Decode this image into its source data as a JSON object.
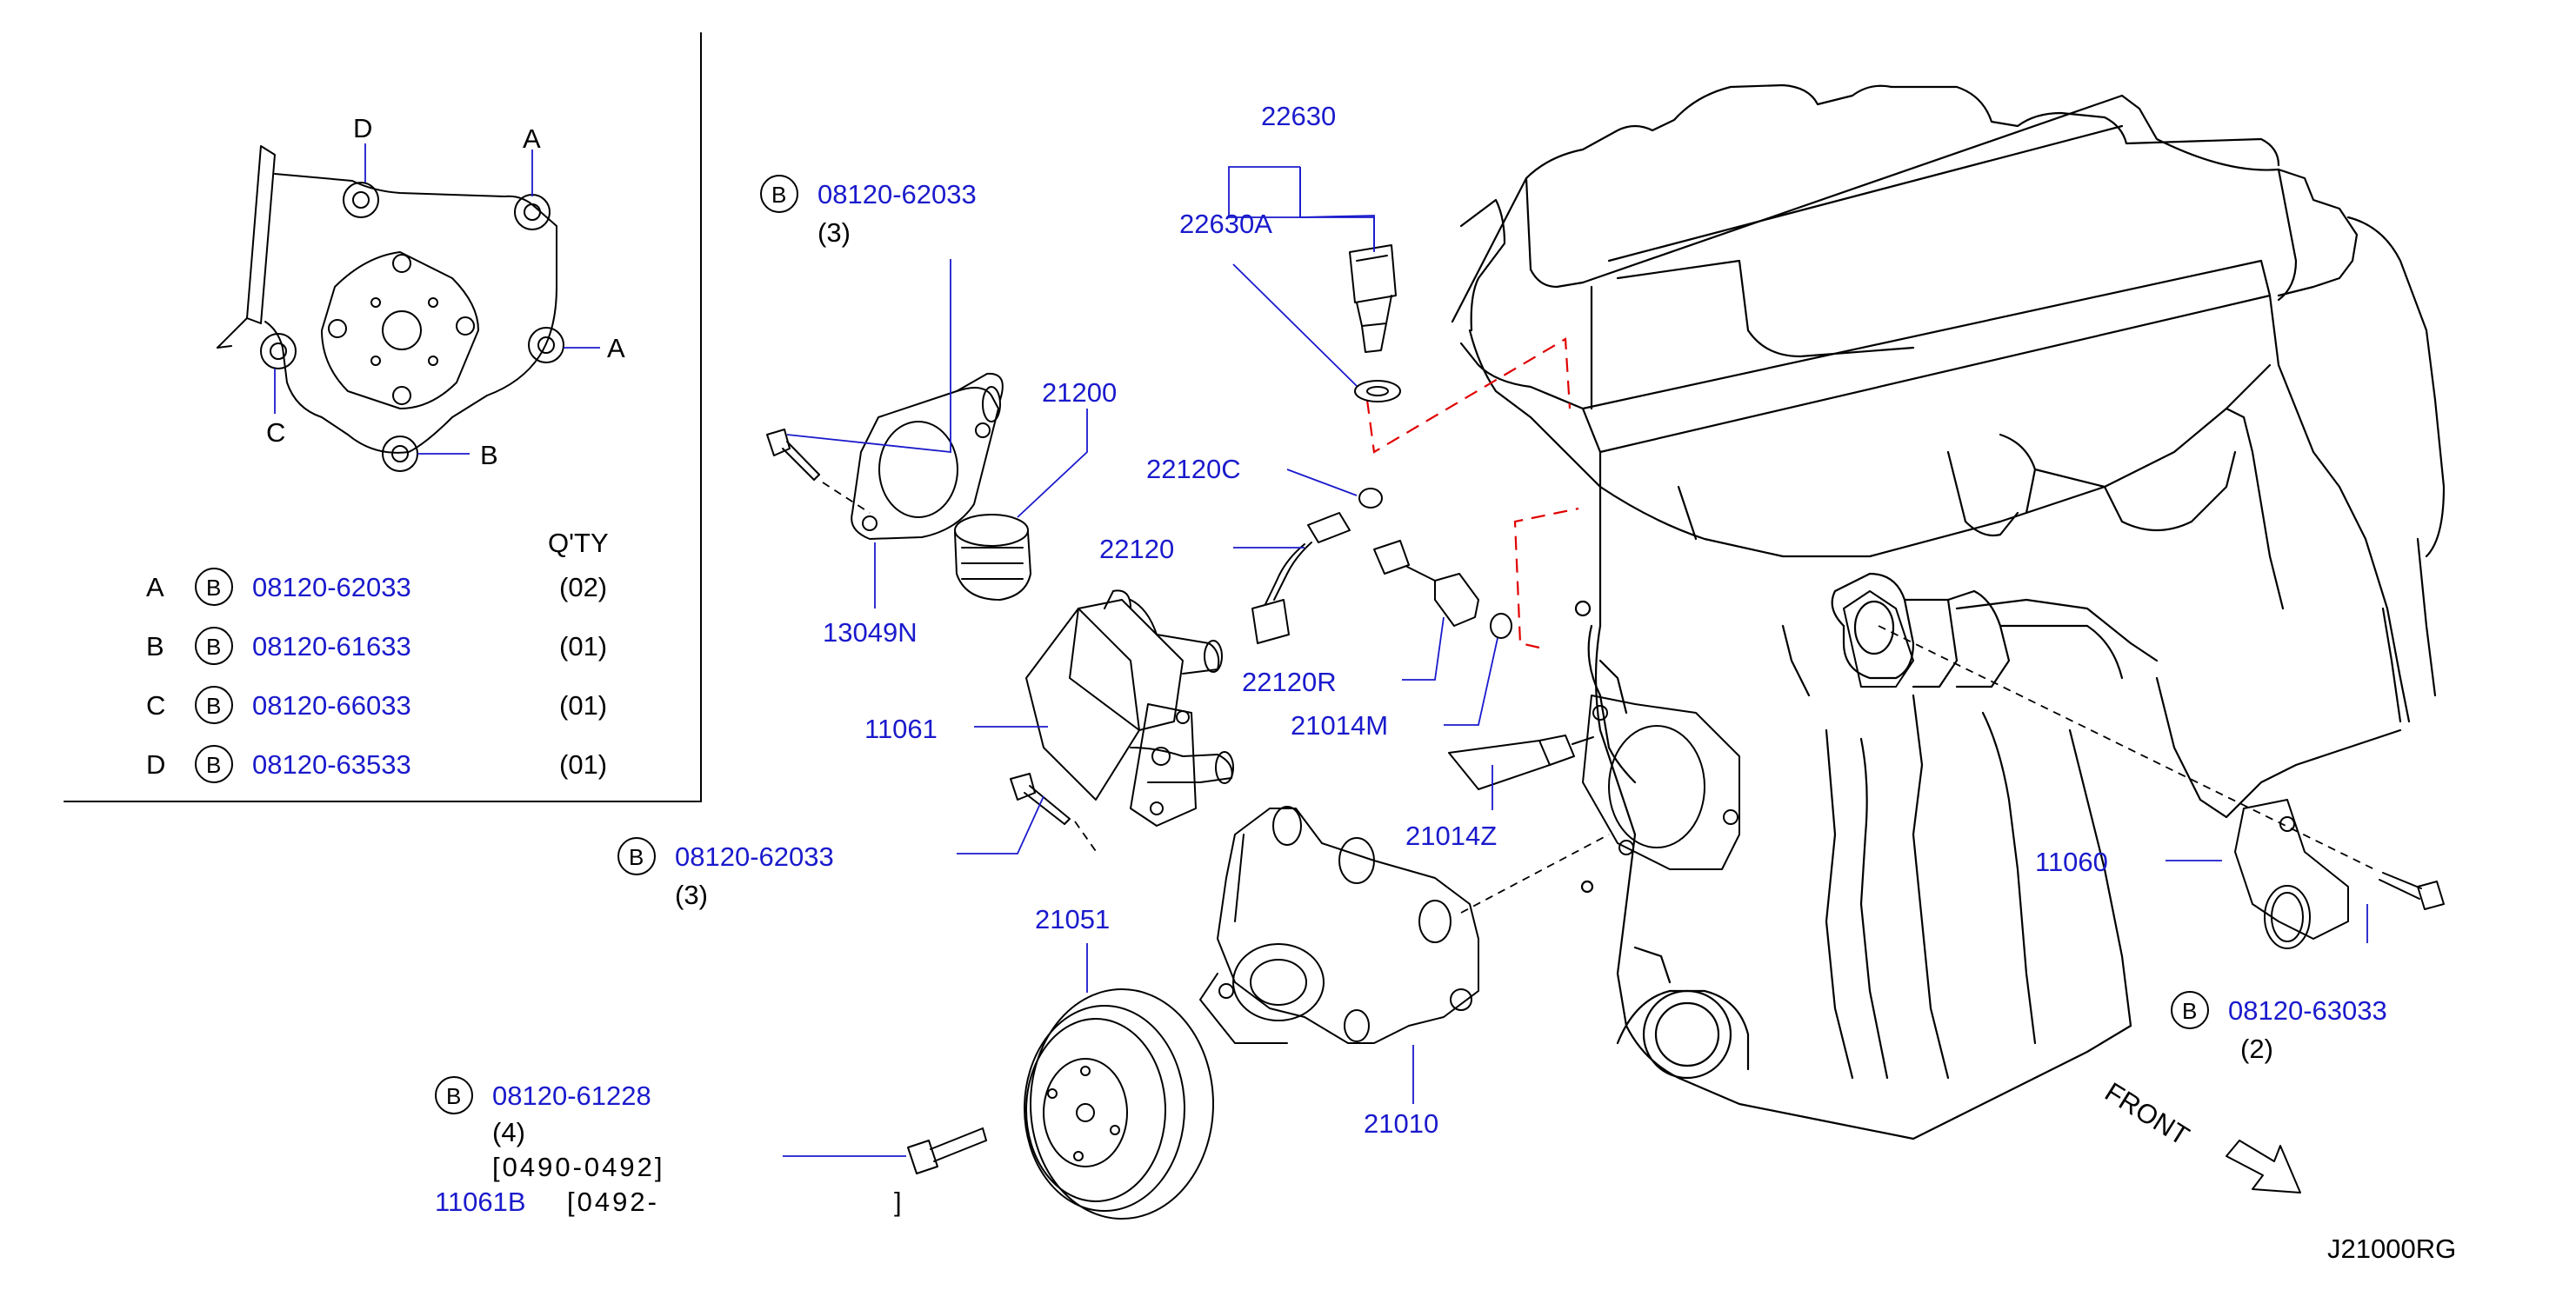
{
  "diagram_code": "J21000RG",
  "front_label": "FRONT",
  "qty_header": "Q'TY",
  "bolt_marker": "B",
  "inset_labels": {
    "a1": "A",
    "a2": "A",
    "b": "B",
    "c": "C",
    "d": "D"
  },
  "bolt_table": [
    {
      "letter": "A",
      "part": "08120-62033",
      "qty": "(02)"
    },
    {
      "letter": "B",
      "part": "08120-61633",
      "qty": "(01)"
    },
    {
      "letter": "C",
      "part": "08120-66033",
      "qty": "(01)"
    },
    {
      "letter": "D",
      "part": "08120-63533",
      "qty": "(01)"
    }
  ],
  "callouts": {
    "bolt_top": {
      "part": "08120-62033",
      "qty": "(3)"
    },
    "bolt_mid": {
      "part": "08120-62033",
      "qty": "(3)"
    },
    "bolt_right": {
      "part": "08120-63033",
      "qty": "(2)"
    },
    "bolt_pulley": {
      "part": "08120-61228",
      "qty": "(4)",
      "range1": "[0490-0492]",
      "alt_part": "11061B",
      "range2_open": "[0492-",
      "range2_close": "]"
    }
  },
  "parts": {
    "p22630": "22630",
    "p22630A": "22630A",
    "p21200": "21200",
    "p22120C": "22120C",
    "p22120": "22120",
    "p13049N": "13049N",
    "p22120R": "22120R",
    "p21014M": "21014M",
    "p11061": "11061",
    "p21014Z": "21014Z",
    "p11060": "11060",
    "p21051": "21051",
    "p21010": "21010"
  }
}
